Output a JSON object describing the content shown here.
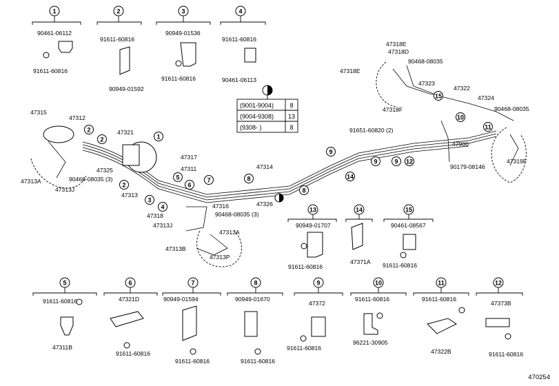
{
  "diagram_id": "470254",
  "callouts": [
    {
      "num": "1",
      "parts": [
        "90461-06112",
        "91611-60816"
      ]
    },
    {
      "num": "2",
      "parts": [
        "91611-60816",
        "90949-01592"
      ]
    },
    {
      "num": "3",
      "parts": [
        "90949-01536",
        "91611-60816"
      ]
    },
    {
      "num": "4",
      "parts": [
        "91611-60816",
        "90461-06113"
      ]
    },
    {
      "num": "5",
      "parts": [
        "91611-60816",
        "47311B"
      ]
    },
    {
      "num": "6",
      "parts": [
        "47321D",
        "91611-60816"
      ]
    },
    {
      "num": "7",
      "parts": [
        "90949-01594",
        "91611-60816"
      ]
    },
    {
      "num": "8",
      "parts": [
        "90949-01670",
        "91611-60816"
      ]
    },
    {
      "num": "9",
      "parts": [
        "47372",
        "91611-60816"
      ]
    },
    {
      "num": "10",
      "parts": [
        "91611-60816",
        "96221-30905"
      ]
    },
    {
      "num": "11",
      "parts": [
        "91611-60816",
        "47322B"
      ]
    },
    {
      "num": "12",
      "parts": [
        "47373B",
        "91611-60816"
      ]
    },
    {
      "num": "13",
      "parts": [
        "90949-01707",
        "91611-60816"
      ]
    },
    {
      "num": "14",
      "parts": [
        "47371A"
      ]
    },
    {
      "num": "15",
      "parts": [
        "90461-08567",
        "91611-60816"
      ]
    }
  ],
  "date_table": [
    {
      "range": "(9001-9004)",
      "ref": "8"
    },
    {
      "range": "(9004-9308)",
      "ref": "13"
    },
    {
      "range": "(9308-     )",
      "ref": "8"
    }
  ],
  "labels": {
    "p47315": "47315",
    "p47312": "47312",
    "p47313A": "47313A",
    "p47313J_l": "47313J",
    "p90468_l": "90468-08035 (3)",
    "p47321": "47321",
    "p47325": "47325",
    "p47317": "47317",
    "p47311": "47311",
    "p47313": "47313",
    "p47314": "47314",
    "p47326": "47326",
    "p47316": "47316",
    "p90468_m": "90468-08035 (3)",
    "p47318": "47318",
    "p47313J_m": "47313J",
    "p47313A_m": "47313A",
    "p47313B": "47313B",
    "p47313P": "47313P",
    "p47318E1": "47318E",
    "p47318D": "47318D",
    "p47318E2": "47318E",
    "p90468_r": "90468-08035",
    "p47323": "47323",
    "p47318F": "47318F",
    "p47322": "47322",
    "p47324": "47324",
    "p90468_r2": "90468-08035",
    "p91651": "91651-60820 (2)",
    "p47900": "47900",
    "p47319F": "47319F",
    "p90179": "90179-08146"
  }
}
